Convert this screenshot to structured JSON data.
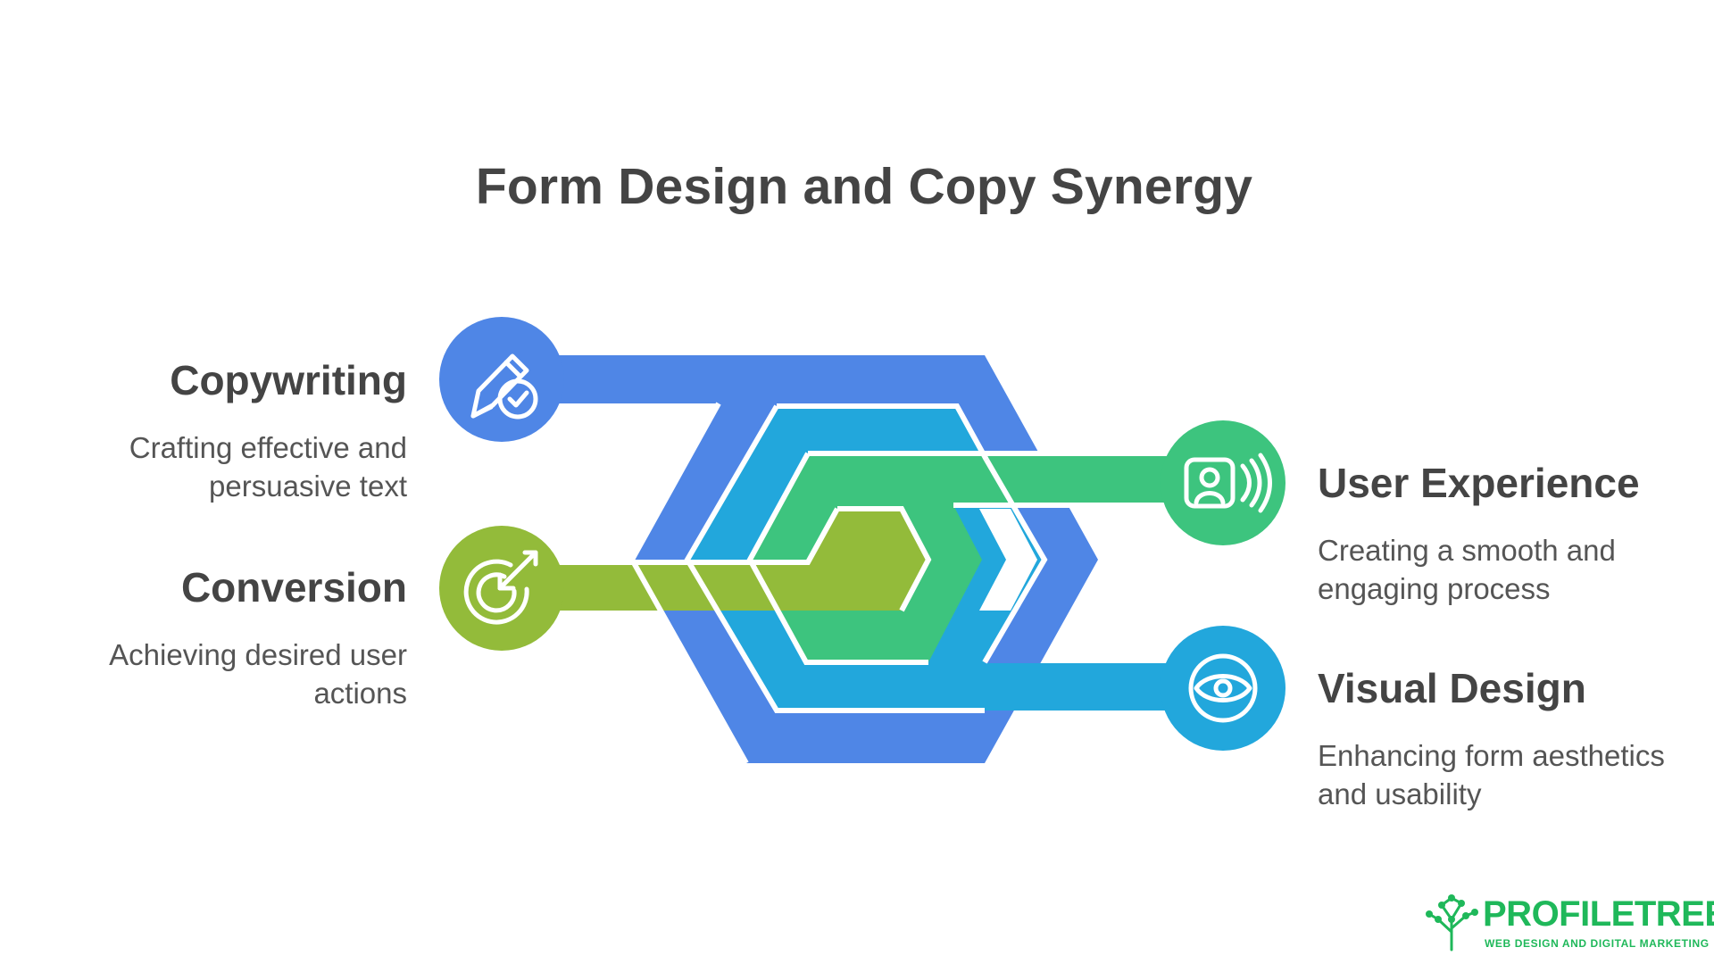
{
  "title": "Form Design and Copy Synergy",
  "colors": {
    "copywriting": "#4f86e6",
    "visual_design": "#22a7dc",
    "user_experience": "#3dc47e",
    "conversion": "#93bb3a",
    "text": "#444444",
    "logo": "#1fb85a"
  },
  "items": {
    "copywriting": {
      "heading": "Copywriting",
      "desc_line1": "Crafting effective and",
      "desc_line2": "persuasive text",
      "icon": "pencil-check-icon"
    },
    "conversion": {
      "heading": "Conversion",
      "desc_line1": "Achieving desired user",
      "desc_line2": "actions",
      "icon": "target-arrow-icon"
    },
    "user_experience": {
      "heading": "User Experience",
      "desc_line1": "Creating a smooth and",
      "desc_line2": "engaging process",
      "icon": "user-sound-icon"
    },
    "visual_design": {
      "heading": "Visual Design",
      "desc_line1": "Enhancing form aesthetics",
      "desc_line2": "and usability",
      "icon": "eye-icon"
    }
  },
  "logo": {
    "brand": "PROFILETREE",
    "tagline": "WEB DESIGN AND DIGITAL MARKETING",
    "icon": "tree-icon"
  }
}
